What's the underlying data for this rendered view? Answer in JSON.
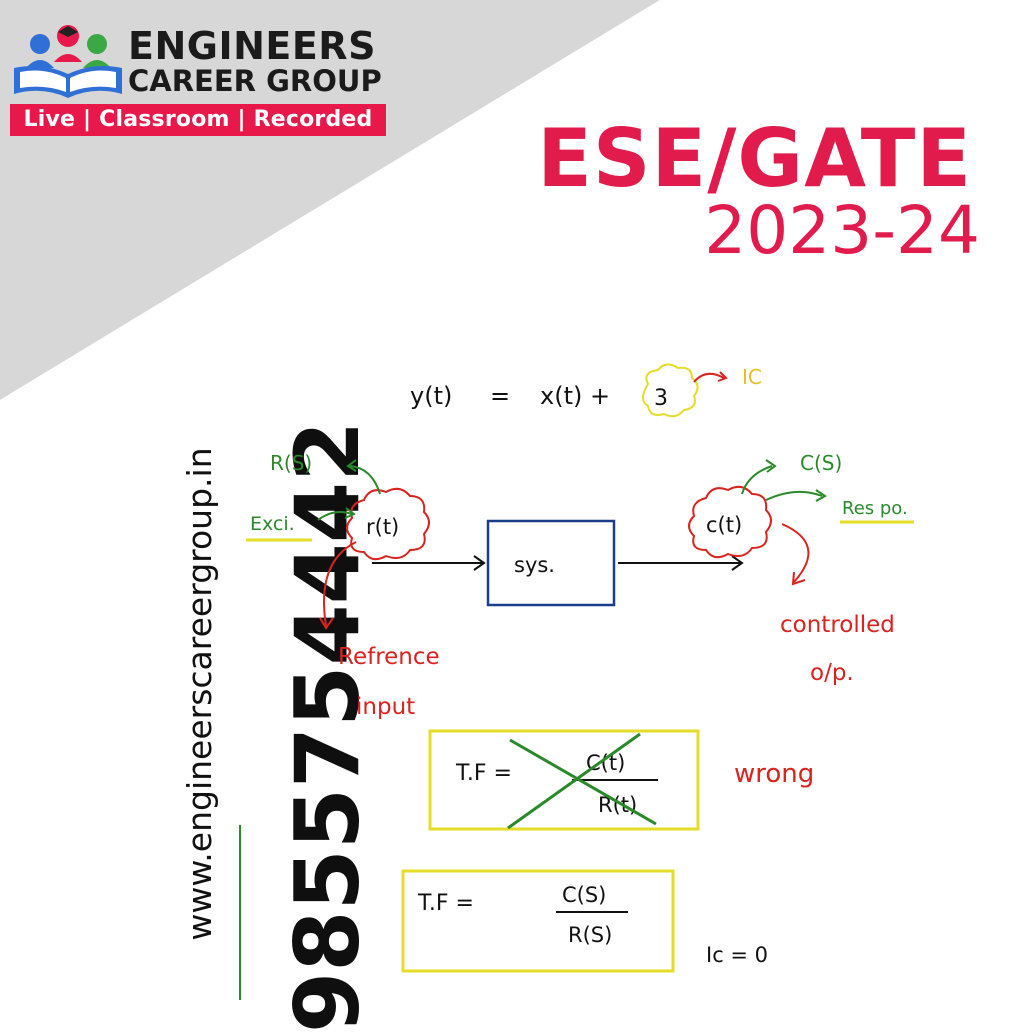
{
  "brand": {
    "line1": "ENGINEERS",
    "line2": "CAREER GROUP",
    "tagline": "Live | Classroom | Recorded"
  },
  "exam": {
    "title": "ESE/GATE",
    "year": "2023-24"
  },
  "contact": {
    "phone": "9855754442",
    "website": "www.engineerscareergroup.in"
  },
  "notes": {
    "equation": {
      "lhs": "y(t)",
      "eq": "=",
      "rhs": "x(t) +",
      "constant": "3",
      "constant_label": "IC"
    },
    "input": {
      "signal": "r(t)",
      "laplace": "R(S)",
      "alias": "Exci.",
      "meaning_line1": "Refrence",
      "meaning_line2": "input"
    },
    "system": {
      "label": "sys."
    },
    "output": {
      "signal": "c(t)",
      "laplace": "C(S)",
      "alias": "Res po.",
      "meaning_line1": "controlled",
      "meaning_line2": "o/p."
    },
    "wrong_tf": {
      "lhs": "T.F =",
      "numerator": "C(t)",
      "denominator": "R(t)",
      "verdict": "wrong"
    },
    "correct_tf": {
      "lhs": "T.F =",
      "numerator": "C(S)",
      "denominator": "R(S)",
      "condition": "Ic = 0"
    }
  },
  "colors": {
    "accent": "#e21b4d",
    "green": "#2a8a2a",
    "red": "#d9231f",
    "yellow": "#e6dc2a",
    "blue": "#1a3e8a",
    "gray": "#d9d9d9"
  }
}
